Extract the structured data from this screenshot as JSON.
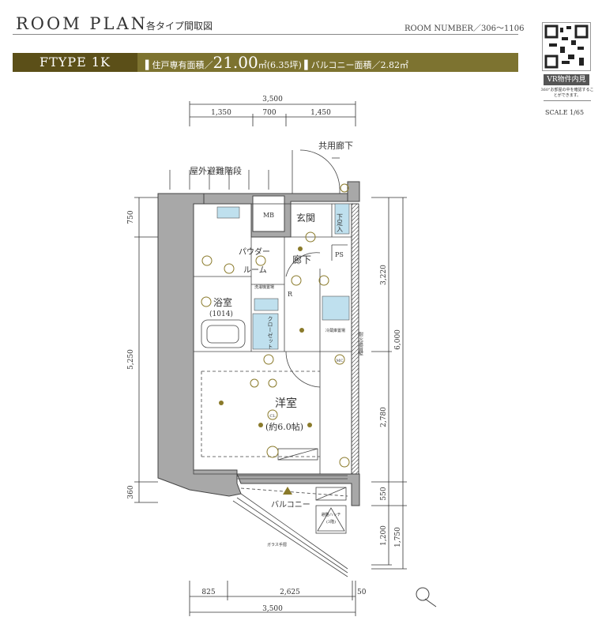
{
  "header": {
    "title": "ROOM PLAN",
    "subtitle": "各タイプ間取図",
    "room_number": "ROOM NUMBER／306〜1106"
  },
  "type_band": {
    "type": "FTYPE 1K",
    "area_label": "住戸専有面積／",
    "area_value": "21.00",
    "area_unit": "㎡(6.35坪)",
    "balcony_label": "バルコニー面積／",
    "balcony_value": "2.82㎡"
  },
  "vr": {
    "button": "VR物件内見",
    "note": "360°お部屋の中を確認することができます。",
    "scale": "SCALE 1/65"
  },
  "colors": {
    "band": "#7d7330",
    "band_dark": "#5b4f18",
    "wall": "#a8a8a8",
    "wet_area": "#bfe0ee",
    "fixture": "#8a7a2a"
  },
  "plan": {
    "labels": {
      "stairs": "屋外避難階段",
      "corridor": "共用廊下",
      "mb": "MB",
      "entrance": "玄関",
      "shoe": "下足入",
      "ps": "PS",
      "powder": "パウダー",
      "powder2": "ルーム",
      "hall": "廊下",
      "bath": "浴室",
      "bath_size": "(1014)",
      "washer": "洗濯機置場",
      "closet": "クローゼット",
      "fridge": "冷蔵庫置場",
      "fireproof": "耐火遮音壁",
      "room": "洋室",
      "room_size": "(約6.0帖)",
      "cl": "CL",
      "balcony": "バルコニー",
      "hatch": "避難ハッチ",
      "hatch2": "(3階)",
      "glass": "ガラス手摺",
      "r": "R",
      "mc": "MC"
    },
    "dims": {
      "top_total": "3,500",
      "top_a": "1,350",
      "top_b": "700",
      "top_c": "1,450",
      "left_a": "750",
      "left_b": "5,250",
      "left_c": "360",
      "right_a": "3,220",
      "right_b": "2,780",
      "right_c": "550",
      "right_d": "1,200",
      "right_total": "6,000",
      "right_e": "1,750",
      "bottom_a": "825",
      "bottom_b": "2,625",
      "bottom_c": "50",
      "bottom_total": "3,500"
    }
  }
}
